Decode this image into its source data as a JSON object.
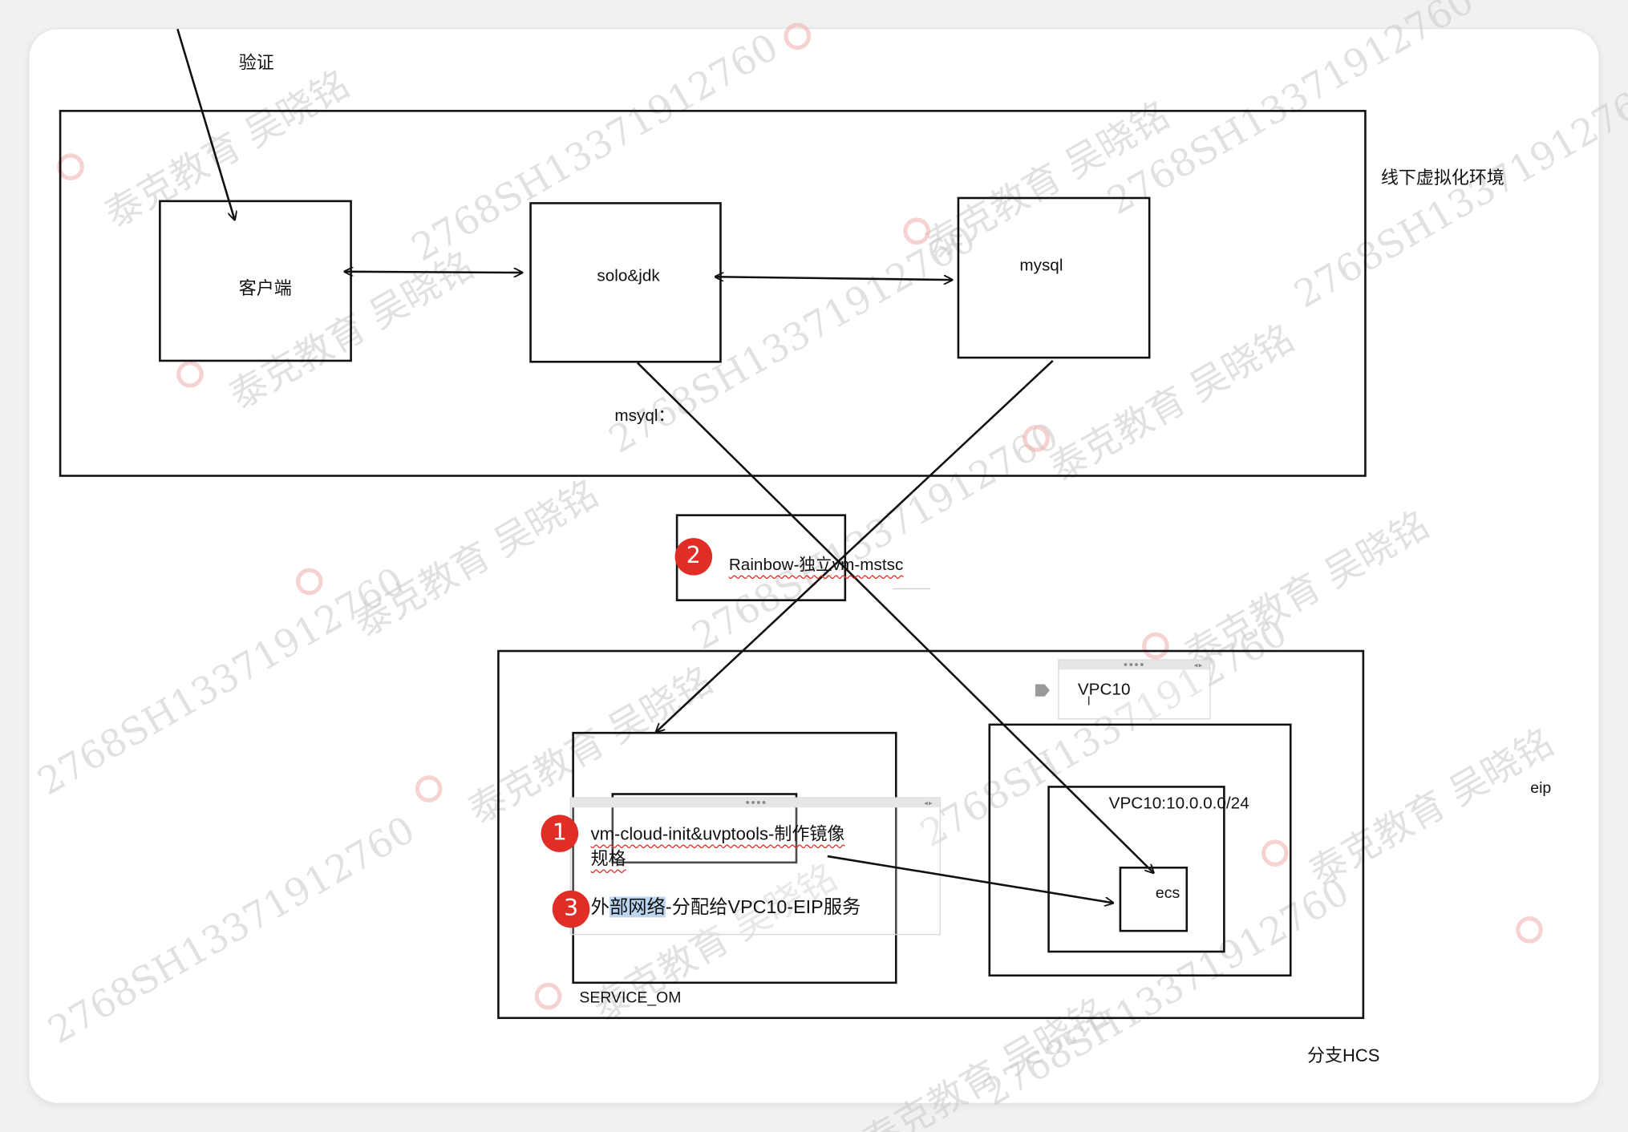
{
  "labels": {
    "verify": "验证",
    "offline_env": "线下虚拟化环境",
    "client": "客户端",
    "solo": "solo&jdk",
    "mysql": "mysql",
    "msyql": "msyql：",
    "rainbow": "Rainbow-独立vm-mstsc",
    "vpc10_tag": "VPC10",
    "vpc_cidr": "VPC10:10.0.0.0/24",
    "ecs": "ecs",
    "eip": "eip",
    "service_om": "SERVICE_OM",
    "branch_hcs": "分支HCS"
  },
  "notes": {
    "n1_badge": "1",
    "n1_line1": "vm-cloud-init&uvptools-制作镜像",
    "n1_line2": "规格",
    "n2_badge": "2",
    "n3_badge": "3",
    "n3_pre": "外",
    "n3_hl": "部网络",
    "n3_post": "-分配给VPC10-EIP服务"
  },
  "watermark": {
    "name": "泰克教育 吴晓铭",
    "id": "2768SH13371912760"
  },
  "colors": {
    "badge": "#e02d26",
    "line": "#111111",
    "highlight": "#bcd6f1"
  }
}
